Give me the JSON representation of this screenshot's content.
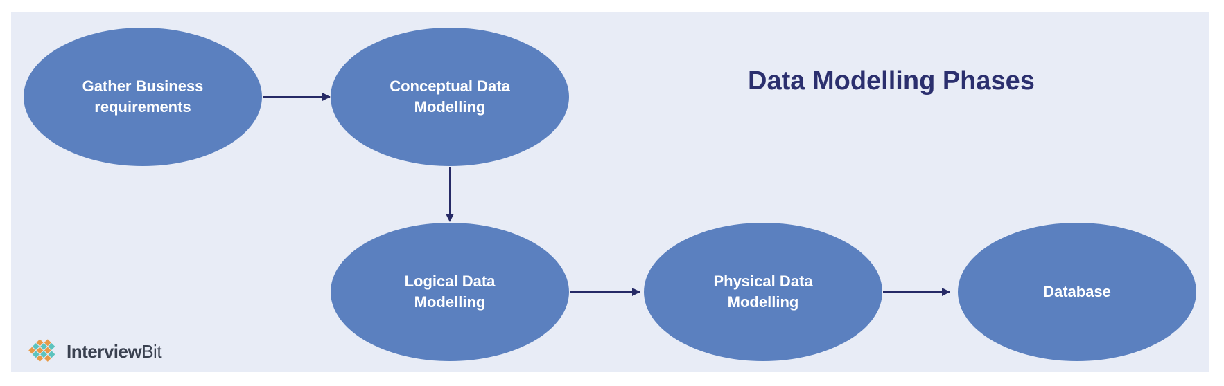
{
  "title": "Data Modelling Phases",
  "colors": {
    "background": "#e8ecf6",
    "node_fill": "#5b80bf",
    "node_text": "#ffffff",
    "arrow": "#262a66",
    "title": "#2b2f6e"
  },
  "nodes": [
    {
      "id": "gather",
      "label": "Gather Business\nrequirements"
    },
    {
      "id": "conceptual",
      "label": "Conceptual Data\nModelling"
    },
    {
      "id": "logical",
      "label": "Logical Data\nModelling"
    },
    {
      "id": "physical",
      "label": "Physical Data\nModelling"
    },
    {
      "id": "database",
      "label": "Database"
    }
  ],
  "edges": [
    {
      "from": "gather",
      "to": "conceptual"
    },
    {
      "from": "conceptual",
      "to": "logical"
    },
    {
      "from": "logical",
      "to": "physical"
    },
    {
      "from": "physical",
      "to": "database"
    }
  ],
  "brand": {
    "logo_icon": "interviewbit-logo-icon",
    "name_part1": "Interview",
    "name_part2": "Bit"
  }
}
